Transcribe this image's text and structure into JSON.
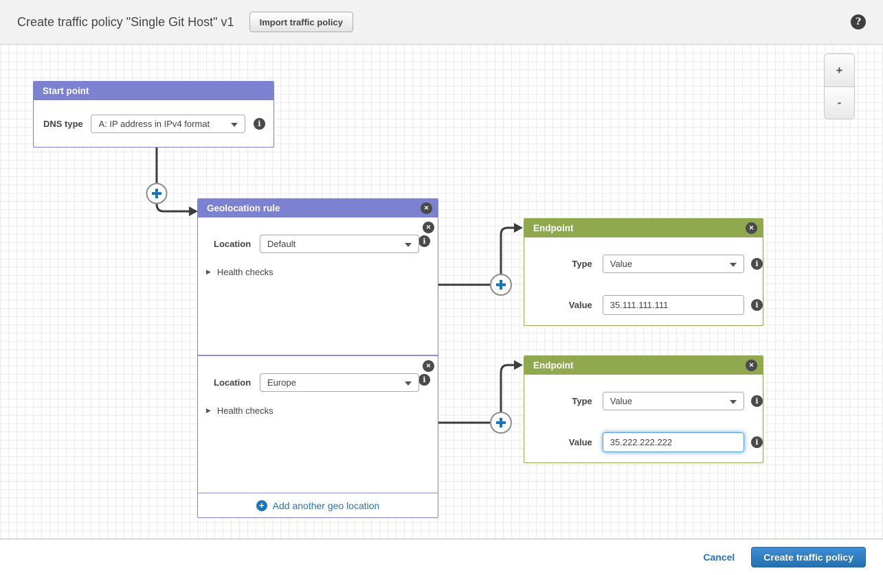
{
  "header": {
    "title": "Create traffic policy \"Single Git Host\" v1",
    "import_button_label": "Import traffic policy"
  },
  "icons": {
    "help": "?",
    "close": "✕",
    "info": "i",
    "collapsed_arrow": "▶",
    "plus": "+"
  },
  "zoom_control": {
    "zoom_in_label": "+",
    "zoom_out_label": "-"
  },
  "canvas": {
    "start_point": {
      "title": "Start point",
      "dns_type_label": "DNS type",
      "dns_type_value": "A: IP address in IPv4 format"
    },
    "geolocation_rule": {
      "title": "Geolocation rule",
      "sections": [
        {
          "location_label": "Location",
          "location_value": "Default",
          "health_checks_label": "Health checks"
        },
        {
          "location_label": "Location",
          "location_value": "Europe",
          "health_checks_label": "Health checks"
        }
      ],
      "add_label": "Add another geo location"
    },
    "endpoints": [
      {
        "title": "Endpoint",
        "type_label": "Type",
        "type_value": "Value",
        "value_label": "Value",
        "value_input": "35.111.111.111"
      },
      {
        "title": "Endpoint",
        "type_label": "Type",
        "type_value": "Value",
        "value_label": "Value",
        "value_input": "35.222.222.222"
      }
    ]
  },
  "footer": {
    "cancel_label": "Cancel",
    "create_label": "Create traffic policy"
  },
  "colors": {
    "rule_header_purple": "#7c81d0",
    "endpoint_header_green": "#90a84e",
    "connector_gray": "#3c3c3c",
    "accent_blue": "#1b75bb",
    "link_blue": "#2a72b8",
    "primary_button_blue": "#2f7fc4"
  }
}
